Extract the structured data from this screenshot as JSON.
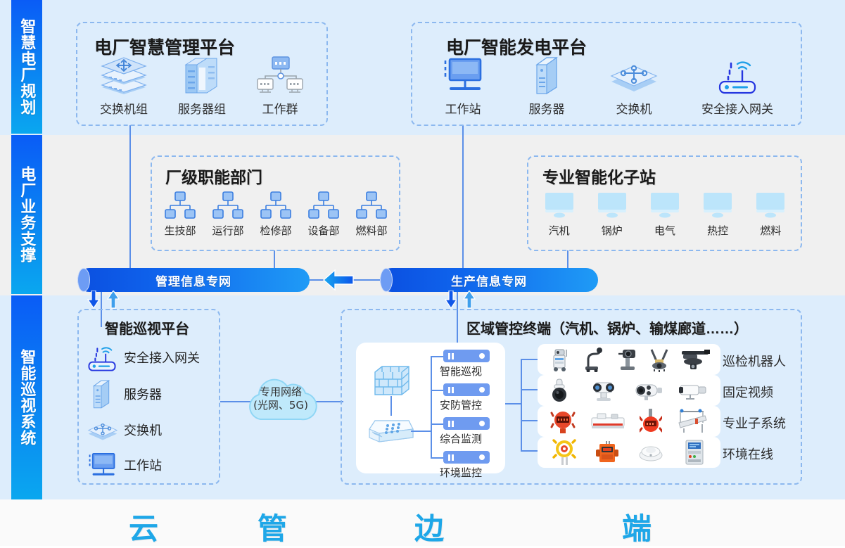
{
  "sidebar": {
    "segments": [
      {
        "label": "智慧电厂规划",
        "name": "sidebar-segment-planning"
      },
      {
        "label": "电厂业务支撑",
        "name": "sidebar-segment-business"
      },
      {
        "label": "智能巡视系统",
        "name": "sidebar-segment-inspection"
      }
    ]
  },
  "panels": {
    "mgmt_platform": {
      "title": "电厂智慧管理平台",
      "items": [
        {
          "label": "交换机组",
          "icon": "switch-stack-icon"
        },
        {
          "label": "服务器组",
          "icon": "server-group-icon"
        },
        {
          "label": "工作群",
          "icon": "workgroup-icon"
        }
      ]
    },
    "gen_platform": {
      "title": "电厂智能发电平台",
      "items": [
        {
          "label": "工作站",
          "icon": "workstation-icon"
        },
        {
          "label": "服务器",
          "icon": "server-icon"
        },
        {
          "label": "交换机",
          "icon": "switch-icon"
        },
        {
          "label": "安全接入网关",
          "icon": "secure-gateway-icon"
        }
      ]
    },
    "departments": {
      "title": "厂级职能部门",
      "items": [
        {
          "label": "生技部",
          "icon": "org-tree-icon"
        },
        {
          "label": "运行部",
          "icon": "org-tree-icon"
        },
        {
          "label": "检修部",
          "icon": "org-tree-icon"
        },
        {
          "label": "设备部",
          "icon": "org-tree-icon"
        },
        {
          "label": "燃料部",
          "icon": "org-tree-icon"
        }
      ]
    },
    "substations": {
      "title": "专业智能化子站",
      "items": [
        {
          "label": "汽机",
          "icon": "monitor-icon"
        },
        {
          "label": "锅炉",
          "icon": "monitor-icon"
        },
        {
          "label": "电气",
          "icon": "monitor-icon"
        },
        {
          "label": "热控",
          "icon": "monitor-icon"
        },
        {
          "label": "燃料",
          "icon": "monitor-icon"
        }
      ]
    },
    "inspection_platform": {
      "title": "智能巡视平台",
      "items": [
        {
          "label": "安全接入网关",
          "icon": "secure-gateway-icon"
        },
        {
          "label": "服务器",
          "icon": "server-icon"
        },
        {
          "label": "交换机",
          "icon": "switch-icon"
        },
        {
          "label": "工作站",
          "icon": "workstation-icon"
        }
      ]
    },
    "area_terminal": {
      "title": "区域管控终端（汽机、锅炉、输煤廊道……）",
      "services": [
        {
          "label": "智能巡视",
          "icon": "server-bar-icon"
        },
        {
          "label": "安防管控",
          "icon": "server-bar-icon"
        },
        {
          "label": "综合监测",
          "icon": "server-bar-icon"
        },
        {
          "label": "环境监控",
          "icon": "server-bar-icon"
        }
      ],
      "node_icons": [
        {
          "name": "firewall-icon"
        },
        {
          "name": "switch-device-icon"
        }
      ],
      "device_groups": [
        {
          "label": "巡检机器人",
          "count": 5
        },
        {
          "label": "固定视频",
          "count": 4
        },
        {
          "label": "专业子系统",
          "count": 4
        },
        {
          "label": "环境在线",
          "count": 4
        }
      ]
    }
  },
  "networks": {
    "management": "管理信息专网",
    "production": "生产信息专网",
    "direction_icon": "left-arrow-icon"
  },
  "cloud": {
    "line1": "专用网络",
    "line2": "(光网、5G)",
    "icon": "cloud-icon"
  },
  "footer": {
    "labels": [
      "云",
      "管",
      "边",
      "端"
    ]
  },
  "colors": {
    "brand_blue": "#0a5cf6",
    "brand_cyan": "#0aa7ef",
    "panel_dash": "#8cb8ef",
    "band_light": "#ddedfc",
    "band_gray": "#f0f0f0",
    "footer_text": "#1ea7e8"
  }
}
